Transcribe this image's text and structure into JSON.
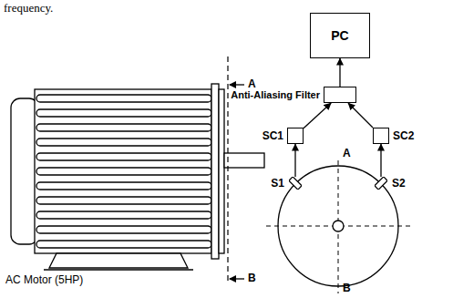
{
  "diagram": {
    "nodes": [
      {
        "text": [
          "PC"
        ]
      },
      {
        "text": [
          "Anti-Aliasing Filter"
        ]
      },
      {
        "text": [
          "SC1"
        ]
      },
      {
        "text": [
          "SC2"
        ]
      },
      {
        "text": [
          "S1"
        ]
      },
      {
        "text": [
          "S2"
        ]
      }
    ],
    "edges": [
      {
        "from": 4,
        "to": 2,
        "arrow": "to"
      },
      {
        "from": 5,
        "to": 3,
        "arrow": "to"
      },
      {
        "from": 2,
        "to": 1,
        "arrow": "to"
      },
      {
        "from": 3,
        "to": 1,
        "arrow": "to"
      },
      {
        "from": 1,
        "to": 0,
        "arrow": "to"
      }
    ],
    "labels": [
      "frequency.",
      "A",
      "B",
      "AC Motor (5HP)",
      "A",
      "B"
    ]
  }
}
